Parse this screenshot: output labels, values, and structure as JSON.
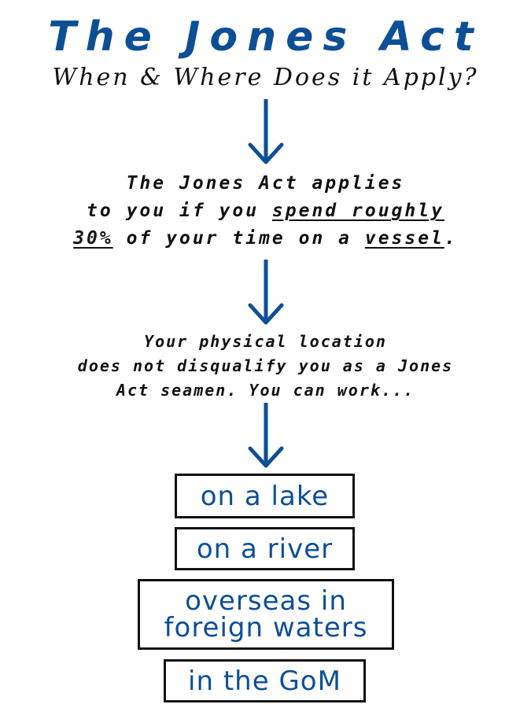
{
  "header": {
    "title": "The Jones Act",
    "subtitle": "When & Where Does it Apply?"
  },
  "statement1": {
    "line1": "The Jones Act applies",
    "line2_pre": "to you if you ",
    "line2_u": "spend roughly",
    "line3_u1": "30%",
    "line3_mid": " of your time on a ",
    "line3_u2": "vessel",
    "line3_post": "."
  },
  "statement2": {
    "line1": "Your physical location",
    "line2": "does not disqualify you as a Jones",
    "line3": "Act seamen. You can work..."
  },
  "locations": [
    "on a lake",
    "on a river",
    "overseas in foreign waters",
    "in the GoM"
  ],
  "colors": {
    "accent": "#0d4f96",
    "text": "#111111",
    "border": "#111111"
  }
}
